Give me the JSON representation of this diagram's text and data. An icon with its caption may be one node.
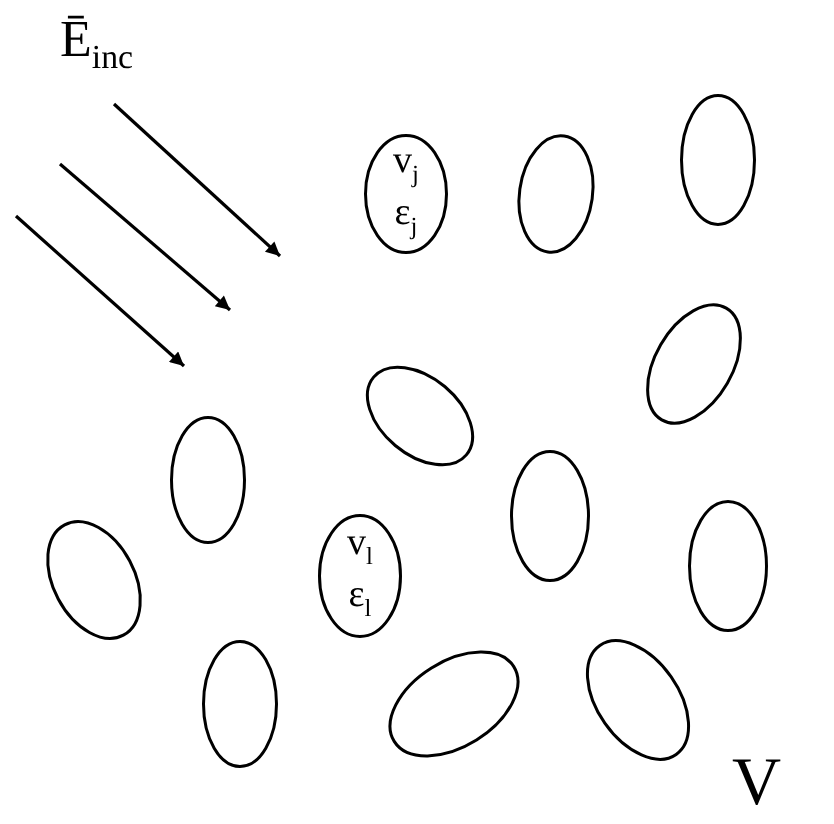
{
  "diagram": {
    "nodes": [
      {
        "text": [],
        "shape": "ellipse"
      },
      {
        "text": [
          "v$_{j}$",
          "ε$_{j}$"
        ]
      },
      {
        "text": [],
        "shape": "ellipse"
      },
      {
        "text": [],
        "shape": "ellipse"
      },
      {
        "text": [],
        "shape": "ellipse"
      },
      {
        "text": [],
        "shape": "ellipse"
      },
      {
        "text": [],
        "shape": "ellipse"
      },
      {
        "text": [],
        "shape": "ellipse"
      },
      {
        "text": [
          "v$_{l}$",
          "ε$_{l}$"
        ]
      },
      {
        "text": [],
        "shape": "ellipse"
      },
      {
        "text": [],
        "shape": "ellipse"
      },
      {
        "text": [],
        "shape": "ellipse"
      },
      {
        "text": [],
        "shape": "ellipse"
      }
    ],
    "labels": [
      "Ē$_{inc}$",
      "V"
    ]
  }
}
